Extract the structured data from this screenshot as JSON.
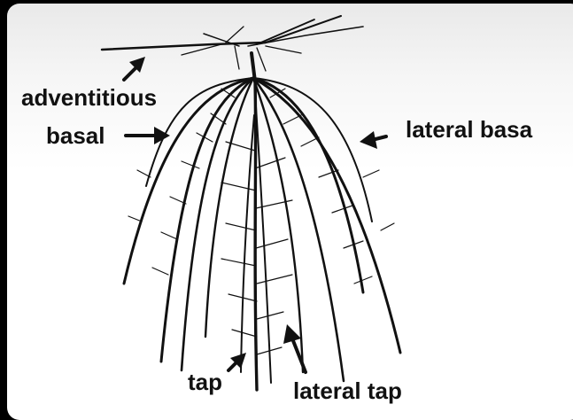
{
  "figure": {
    "labels": {
      "adventitious": "adventitious",
      "basal": "basal",
      "lateral_basal": "lateral basa",
      "tap": "tap",
      "lateral_tap": "lateral tap"
    },
    "colors": {
      "background_outer": "#000000",
      "panel": "#ffffff",
      "roots": "#111111",
      "text": "#111111"
    }
  }
}
